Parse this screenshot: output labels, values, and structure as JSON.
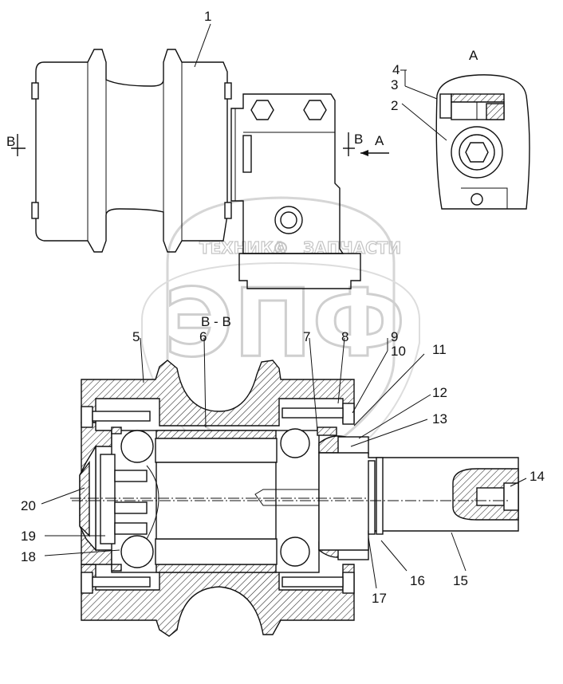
{
  "views": {
    "view_a_label": "A",
    "section_label": "B - B",
    "cut_left": "B",
    "cut_right": "B",
    "arrow_label": "A"
  },
  "callouts": {
    "c1": "1",
    "c2": "2",
    "c3": "3",
    "c4": "4",
    "c5": "5",
    "c6": "6",
    "c7": "7",
    "c8": "8",
    "c9": "9",
    "c10": "10",
    "c11": "11",
    "c12": "12",
    "c13": "13",
    "c14": "14",
    "c15": "15",
    "c16": "16",
    "c17": "17",
    "c18": "18",
    "c19": "19",
    "c20": "20"
  },
  "watermark": {
    "logo": "ЭПФ",
    "left_word": "ТЕХНИКА",
    "right_word": "ЗАПЧАСТИ",
    "gear_icon": "gear-icon"
  }
}
